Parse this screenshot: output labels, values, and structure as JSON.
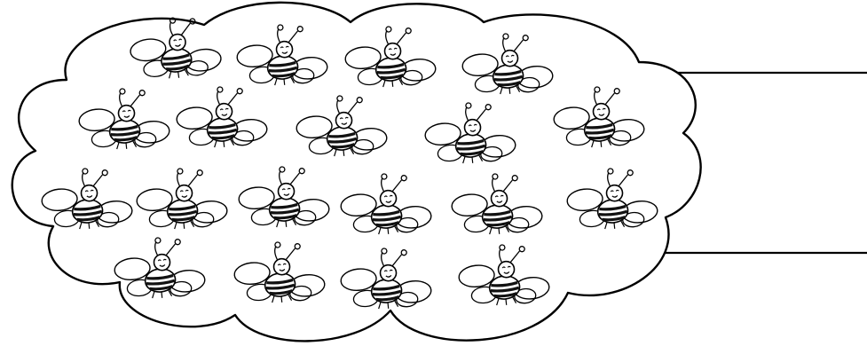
{
  "scene": {
    "subject": "bee-swarm-cloud",
    "rows": [
      {
        "bee_count": 4
      },
      {
        "bee_count": 5
      },
      {
        "bee_count": 6
      },
      {
        "bee_count": 4
      }
    ],
    "connector_lines": 2,
    "colors": {
      "background": "#ffffff",
      "ink": "#000000",
      "stripe": "#111111"
    }
  }
}
